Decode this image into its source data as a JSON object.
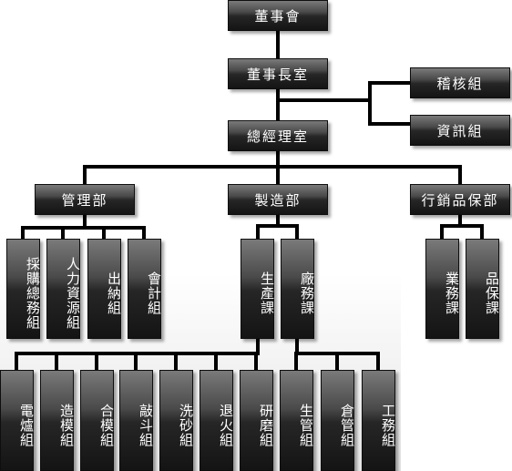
{
  "nodes": [
    {
      "id": "board",
      "label": "董事會"
    },
    {
      "id": "chairman-office",
      "label": "董事長室"
    },
    {
      "id": "audit-group",
      "label": "稽核組"
    },
    {
      "id": "it-group",
      "label": "資訊組"
    },
    {
      "id": "gm-office",
      "label": "總經理室"
    },
    {
      "id": "admin-dept",
      "label": "管理部"
    },
    {
      "id": "mfg-dept",
      "label": "製造部"
    },
    {
      "id": "marketing-qa-dept",
      "label": "行銷品保部"
    },
    {
      "id": "purchasing-general-group",
      "label": "採購總務組"
    },
    {
      "id": "hr-group",
      "label": "人力資源組"
    },
    {
      "id": "cashier-group",
      "label": "出納組"
    },
    {
      "id": "accounting-group",
      "label": "會計組"
    },
    {
      "id": "production-section",
      "label": "生產課"
    },
    {
      "id": "plant-affairs-section",
      "label": "廠務課"
    },
    {
      "id": "business-section",
      "label": "業務課"
    },
    {
      "id": "qa-section",
      "label": "品保課"
    },
    {
      "id": "plating-group",
      "label": "電爐組"
    },
    {
      "id": "molding-group",
      "label": "造模組"
    },
    {
      "id": "mold-closing-group",
      "label": "合模組"
    },
    {
      "id": "funnel-group",
      "label": "敲斗組"
    },
    {
      "id": "sand-wash-group",
      "label": "洗砂組"
    },
    {
      "id": "annealing-group",
      "label": "退火組"
    },
    {
      "id": "grinding-group",
      "label": "研磨組"
    },
    {
      "id": "production-control-group",
      "label": "生管組"
    },
    {
      "id": "warehouse-group",
      "label": "倉管組"
    },
    {
      "id": "engineering-group",
      "label": "工務組"
    }
  ],
  "edges": [
    [
      "board",
      "chairman-office"
    ],
    [
      "chairman-office",
      "audit-group"
    ],
    [
      "chairman-office",
      "it-group"
    ],
    [
      "chairman-office",
      "gm-office"
    ],
    [
      "gm-office",
      "admin-dept"
    ],
    [
      "gm-office",
      "mfg-dept"
    ],
    [
      "gm-office",
      "marketing-qa-dept"
    ],
    [
      "admin-dept",
      "purchasing-general-group"
    ],
    [
      "admin-dept",
      "hr-group"
    ],
    [
      "admin-dept",
      "cashier-group"
    ],
    [
      "admin-dept",
      "accounting-group"
    ],
    [
      "mfg-dept",
      "production-section"
    ],
    [
      "mfg-dept",
      "plant-affairs-section"
    ],
    [
      "marketing-qa-dept",
      "business-section"
    ],
    [
      "marketing-qa-dept",
      "qa-section"
    ],
    [
      "production-section",
      "plating-group"
    ],
    [
      "production-section",
      "molding-group"
    ],
    [
      "production-section",
      "mold-closing-group"
    ],
    [
      "production-section",
      "funnel-group"
    ],
    [
      "production-section",
      "sand-wash-group"
    ],
    [
      "production-section",
      "annealing-group"
    ],
    [
      "production-section",
      "grinding-group"
    ],
    [
      "plant-affairs-section",
      "production-control-group"
    ],
    [
      "plant-affairs-section",
      "warehouse-group"
    ],
    [
      "plant-affairs-section",
      "engineering-group"
    ]
  ],
  "colors": {
    "box_dark": "#141414",
    "box_light": "#7a7a7a",
    "line": "#000000",
    "text": "#ffffff"
  }
}
